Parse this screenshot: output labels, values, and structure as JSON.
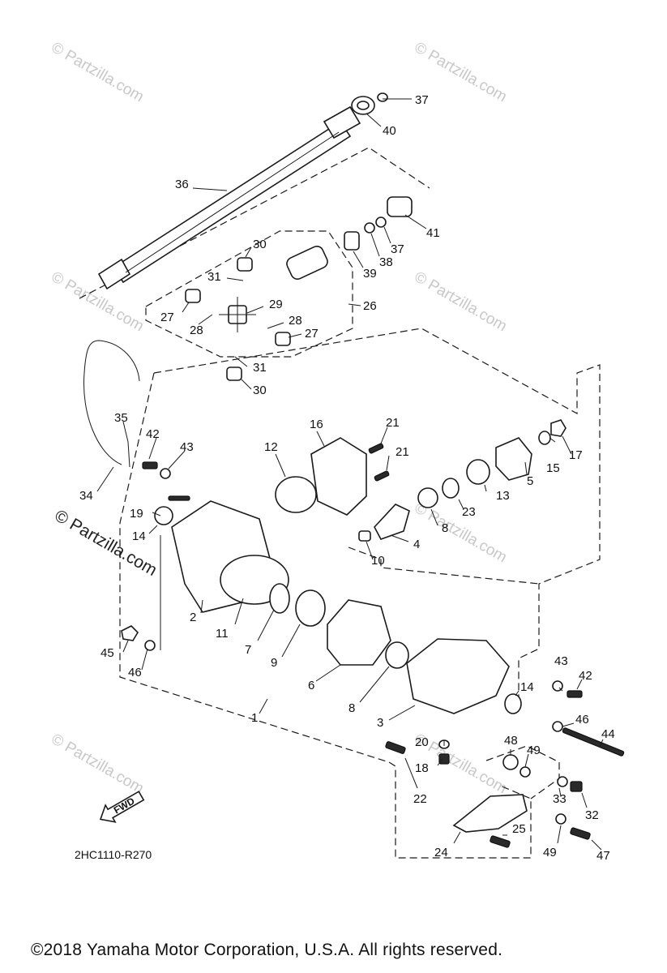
{
  "diagram": {
    "diagram_code": "2HC1110-R270",
    "copyright": "©2018  Yamaha Motor Corporation, U.S.A. All rights reserved.",
    "fwd_label": "FWD",
    "watermark": "© Partzilla.com",
    "watermark_prominent": "© Partzilla.com",
    "callouts": [
      "1",
      "2",
      "3",
      "4",
      "5",
      "6",
      "7",
      "8",
      "8",
      "9",
      "10",
      "11",
      "12",
      "13",
      "14",
      "14",
      "15",
      "16",
      "17",
      "18",
      "19",
      "20",
      "21",
      "21",
      "22",
      "23",
      "24",
      "25",
      "26",
      "27",
      "27",
      "28",
      "28",
      "29",
      "30",
      "30",
      "31",
      "31",
      "32",
      "33",
      "34",
      "35",
      "36",
      "37",
      "37",
      "38",
      "39",
      "40",
      "41",
      "42",
      "42",
      "43",
      "43",
      "44",
      "45",
      "46",
      "46",
      "47",
      "48",
      "49",
      "49"
    ]
  }
}
